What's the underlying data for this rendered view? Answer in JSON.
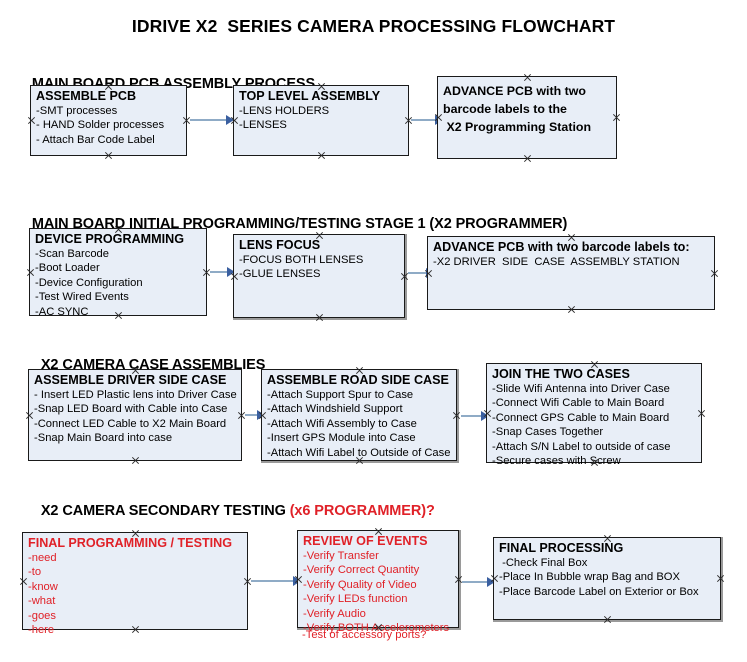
{
  "title": "IDRIVE X2  SERIES CAMERA PROCESSING FLOWCHART",
  "colors": {
    "box_fill": "#e8eef7",
    "box_border": "#1a1a1a",
    "arrow_line": "#8fabc6",
    "arrow_head": "#3a5fa0",
    "red_text": "#e02128",
    "text": "#000000",
    "background": "#ffffff"
  },
  "sections": [
    {
      "heading": "MAIN BOARD PCB ASSEMBLY PROCESS",
      "heading_red": "",
      "nodes": [
        {
          "title": "ASSEMBLE PCB",
          "lines": [
            "-SMT processes",
            "- HAND Solder processes",
            "- Attach Bar Code Label"
          ]
        },
        {
          "title": "TOP LEVEL ASSEMBLY",
          "lines": [
            "-LENS HOLDERS",
            "-LENSES"
          ]
        },
        {
          "title": "",
          "lines": [
            "ADVANCE PCB with two",
            "barcode labels to the",
            " X2 Programming Station"
          ]
        }
      ]
    },
    {
      "heading": "MAIN BOARD INITIAL PROGRAMMING/TESTING STAGE 1 (X2 PROGRAMMER)",
      "heading_red": "",
      "nodes": [
        {
          "title": "DEVICE PROGRAMMING",
          "lines": [
            "-Scan Barcode",
            "-Boot Loader",
            "-Device Configuration",
            "-Test Wired Events",
            "-AC SYNC"
          ]
        },
        {
          "title": "LENS FOCUS",
          "lines": [
            "-FOCUS BOTH LENSES",
            "-GLUE LENSES"
          ]
        },
        {
          "title": "ADVANCE PCB with two barcode labels to:",
          "lines": [
            "-X2 DRIVER  SIDE  CASE  ASSEMBLY STATION"
          ]
        }
      ]
    },
    {
      "heading": "X2 CAMERA CASE ASSEMBLIES",
      "heading_red": "",
      "nodes": [
        {
          "title": "ASSEMBLE DRIVER SIDE CASE",
          "lines": [
            "- Insert LED Plastic lens into Driver Case",
            "-Snap LED Board with Cable into Case",
            "-Connect LED Cable to X2 Main Board",
            "-Snap Main Board into case"
          ]
        },
        {
          "title": "ASSEMBLE ROAD SIDE CASE",
          "lines": [
            "-Attach Support Spur to Case",
            "-Attach Windshield Support",
            "-Attach Wifi Assembly to Case",
            "-Insert GPS Module into Case",
            "-Attach Wifi Label to Outside of Case"
          ]
        },
        {
          "title": "JOIN THE TWO CASES",
          "lines": [
            "-Slide Wifi Antenna into Driver Case",
            "-Connect Wifi Cable to Main Board",
            "-Connect GPS Cable to Main Board",
            "-Snap Cases Together",
            "-Attach S/N Label to outside of case",
            "-Secure cases with Screw"
          ]
        }
      ]
    },
    {
      "heading": "X2 CAMERA SECONDARY TESTING ",
      "heading_red": "(x6 PROGRAMMER)?",
      "nodes": [
        {
          "title": "FINAL PROGRAMMING / TESTING",
          "lines": [
            "-need",
            "-to",
            "-know",
            "-what",
            "-goes",
            "-here"
          ]
        },
        {
          "title": "REVIEW OF EVENTS",
          "lines": [
            "-Verify Transfer",
            "-Verify Correct Quantity",
            "-Verify Quality of Video",
            "-Verify LEDs function",
            "-Verify Audio",
            "-Verify BOTH Accelerometers"
          ],
          "overflow_line": "-Test of accessory ports?"
        },
        {
          "title": "FINAL PROCESSING",
          "lines": [
            " -Check Final Box",
            "-Place In Bubble wrap Bag and BOX",
            "-Place Barcode Label on Exterior or Box"
          ]
        }
      ]
    }
  ]
}
